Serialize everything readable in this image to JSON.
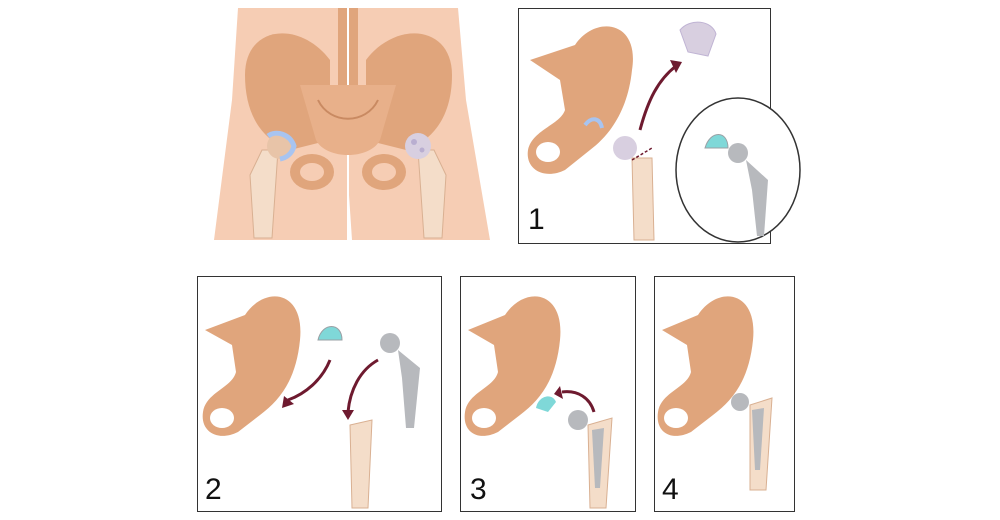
{
  "steps": [
    {
      "number": "1"
    },
    {
      "number": "2"
    },
    {
      "number": "3"
    },
    {
      "number": "4"
    }
  ],
  "colors": {
    "skin": "#f6cdb4",
    "bone": "#e0a57c",
    "bone_shadow": "#c98a62",
    "shaft": "#f4ddc9",
    "cartilage": "#a8c4f0",
    "arrow": "#6e1a2f",
    "metal": "#b7b9bd",
    "liner": "#7fd8d8",
    "border": "#333333"
  },
  "icons": [
    "pelvis-illustration",
    "hip-bone-icon",
    "femur-icon",
    "femoral-head-icon",
    "acetabular-cup-icon",
    "femoral-stem-implant-icon",
    "curved-arrow-icon"
  ]
}
